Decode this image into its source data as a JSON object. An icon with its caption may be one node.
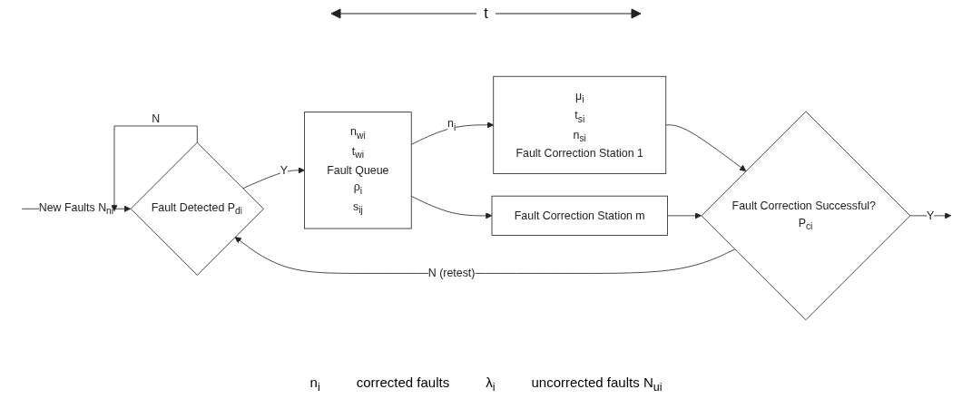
{
  "diagram": {
    "nodes": [
      {
        "text": [
          "Fault Detected P$_{di}$"
        ]
      },
      {
        "text": [
          "n$_{wi}$",
          "t$_{wi}$",
          "Fault Queue",
          "ρ$_{i}$",
          "s$_{ij}$"
        ]
      },
      {
        "text": [
          "μ$_{i}$",
          "t$_{si}$",
          "n$_{si}$",
          "Fault Correction Station 1"
        ]
      },
      {
        "text": [
          "Fault Correction Station m"
        ]
      },
      {
        "text": [
          "Fault Correction Successful? P$_{ci}$"
        ]
      }
    ],
    "edges": [
      {
        "from": null,
        "to": 0,
        "arrow": "to",
        "label": "New Faults N$_{ni}$"
      },
      {
        "from": 0,
        "to": 1,
        "arrow": "to",
        "label": "Y"
      },
      {
        "from": 1,
        "to": 2,
        "arrow": "to",
        "label": "n$_{i}$"
      },
      {
        "from": 1,
        "to": 3,
        "arrow": "to"
      },
      {
        "from": 2,
        "to": 4,
        "arrow": "to"
      },
      {
        "from": 3,
        "to": 4,
        "arrow": "to"
      },
      {
        "from": 4,
        "to": null,
        "arrow": "to",
        "label": "Y"
      },
      {
        "from": 4,
        "to": 0,
        "arrow": "to",
        "label": "N (retest)"
      },
      {
        "from": 0,
        "to": 0,
        "arrow": "to",
        "label": "N"
      }
    ],
    "labels": [
      "t",
      "n$_{i}$",
      "corrected faults",
      "λ$_{i}$",
      "uncorrected faults N$_{ui}$"
    ]
  }
}
